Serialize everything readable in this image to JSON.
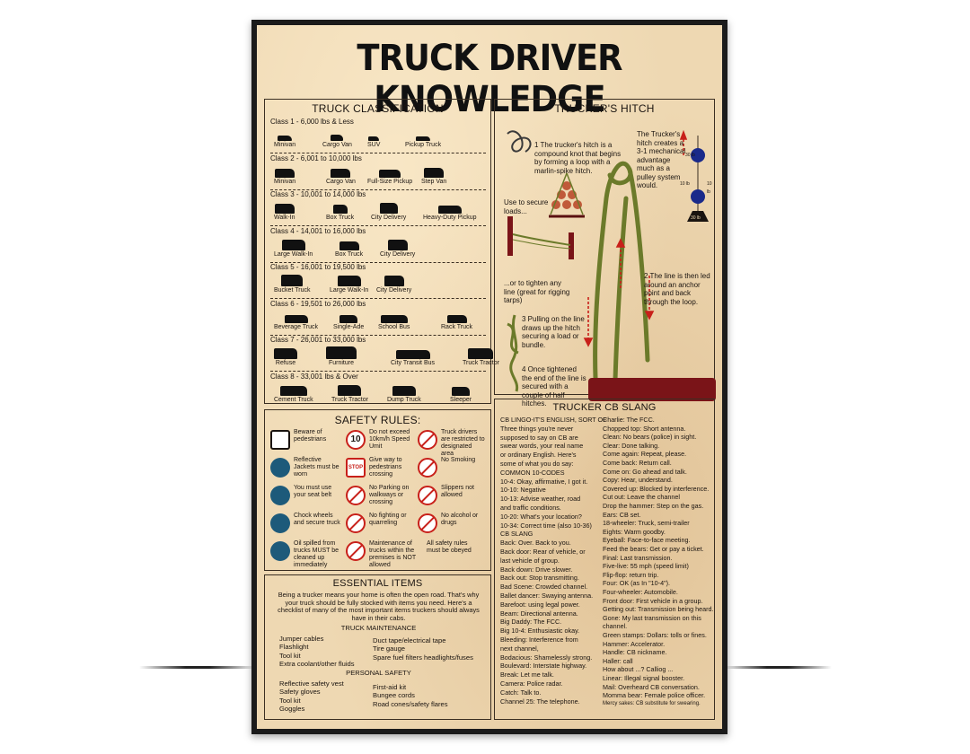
{
  "title": "Truck Driver Knowledge",
  "truck_classification": {
    "heading": "TRUCK CLASSIFICATION",
    "classes": [
      {
        "label": "Class 1 - 6,000 lbs & Less",
        "vehicles": [
          "Minivan",
          "Cargo Van",
          "SUV",
          "Pickup Truck"
        ]
      },
      {
        "label": "Class 2 - 6,001 to 10,000 lbs",
        "vehicles": [
          "Minivan",
          "Cargo Van",
          "Full-Size Pickup",
          "Step Van"
        ]
      },
      {
        "label": "Class 3 - 10,001 to 14,000 lbs",
        "vehicles": [
          "Walk-In",
          "Box Truck",
          "City Delivery",
          "Heavy-Duty Pickup"
        ]
      },
      {
        "label": "Class 4 - 14,001 to 16,000 lbs",
        "vehicles": [
          "Large Walk-In",
          "Box Truck",
          "City Delivery"
        ]
      },
      {
        "label": "Class 5 - 16,001 to 19,500 lbs",
        "vehicles": [
          "Bucket Truck",
          "Large Walk-In",
          "City Delivery"
        ]
      },
      {
        "label": "Class 6 - 19,501 to 26,000 lbs",
        "vehicles": [
          "Beverage Truck",
          "Single-Ade",
          "School Bus",
          "Rack Truck"
        ]
      },
      {
        "label": "Class 7 - 26,001 to 33,000 lbs",
        "vehicles": [
          "Refuse",
          "Furniture",
          "City Transit Bus",
          "Truck Tractor"
        ]
      },
      {
        "label": "Class 8 - 33,001 lbs & Over",
        "vehicles": [
          "Cement Truck",
          "Truck Tractor",
          "Dump Truck",
          "Sleeper"
        ]
      }
    ]
  },
  "truckers_hitch": {
    "heading": "TRUCKER'S HITCH",
    "step1": "1 The trucker's hitch is a compound knot that begins by forming a loop with a marlin-spike hitch.",
    "mechanical": "The Trucker's hitch creates a 3-1 mechanical advantage much as a pulley system would.",
    "secure": "Use to secure loads...",
    "tighten": "...or to tighten any line (great for rigging tarps)",
    "step2": "2 The line is then led around an anchor point and back through the loop.",
    "step3": "3 Pulling on the line draws up the hitch securing a load or bundle.",
    "step4": "4 Once tightened the end of the line is secured with a couple of half hitches.",
    "weights": [
      "30 lb",
      "10 lb",
      "10 lb",
      "30 lb"
    ]
  },
  "safety": {
    "heading": "SAFETY RULES:",
    "rules": [
      [
        "Beware of pedestrians",
        "Do not exceed 10km/h Speed Umit",
        "Truck drivers are restricted to designated area"
      ],
      [
        "Reflective Jackets must be worn",
        "Give way to pedestrians crossing",
        "No Smoking"
      ],
      [
        "You must use your seat belt",
        "No Parking on walkways or crossing",
        "Slippers not allowed"
      ],
      [
        "Chock wheels and secure truck",
        "No fighting or quarreling",
        "No alcohol or drugs"
      ],
      [
        "Oil spilled from trucks MUST be cleaned up immediately",
        "Maintenance of trucks within the premises is NOT allowed",
        "All safety rules must be obeyed"
      ]
    ],
    "speed_sign": "10",
    "stop_sign": "STOP"
  },
  "essential": {
    "heading": "ESSENTIAL ITEMS",
    "intro": "Being a trucker means your home is often the open road. That's why your truck should be fully stocked with items you need. Here's a checklist of many of the most important items truckers should always have in their cabs.",
    "maintenance_heading": "TRUCK MAINTENANCE",
    "maintenance_left": [
      "Jumper cables",
      "Flashlight",
      "Tool kit",
      "Extra coolant/other fluids"
    ],
    "maintenance_right": [
      "Duct tape/electrical tape",
      "Tire gauge",
      "Spare fuel filters headlights/fuses"
    ],
    "personal_heading": "PERSONAL SAFETY",
    "personal_left": [
      "Reflective safety vest",
      "Safety gloves",
      "Tool kit",
      "Goggles"
    ],
    "personal_right": [
      "First-aid kit",
      "Bungee cords",
      "Road cones/safety flares"
    ]
  },
  "cb_slang": {
    "heading": "TRUCKER CB SLANG",
    "left": [
      "CB LINGO-IT'S ENGLISH, SORT OF",
      "Three things you're never",
      "supposed to say on CB are",
      "swear words, your real name",
      "or ordinary English. Here's",
      "some of what you do say:",
      "COMMON 10-CODES",
      "10-4: Okay, affirmative, I got it.",
      "10-10: Negative",
      "10-13: Advise weather, road",
      "and traffic conditions.",
      "10-20: What's your location?",
      "10-34: Correct time (also 10-36)",
      "CB SLANG",
      "Back: Over. Back to you.",
      "Back door: Rear of vehicle, or",
      "last vehicle of group.",
      "Back down: Drive slower.",
      "Back out: Stop transmitting.",
      "Bad Scene: Crowded channel.",
      "Ballet dancer: Swaying antenna.",
      "Barefoot: using legal power.",
      "Beam: Directional antenna.",
      "Big Daddy: The FCC.",
      "Big 10-4: Enthusiastic okay.",
      "Bleeding: Interference from",
      "next channel,",
      "Bodacious: Shamelessly strong.",
      "Boulevard: Interstate highway.",
      "Break: Let me talk.",
      "Camera: Police radar.",
      "Catch: Talk to.",
      "Channel 25: The telephone."
    ],
    "right": [
      "Charlie: The FCC.",
      "Chopped top: Short antenna.",
      "Clean: No bears (police) in sight.",
      "Clear: Done talking.",
      "Come again: Repeat, please.",
      "Come back: Return call.",
      "Come on: Go ahead and talk.",
      "Copy: Hear, understand.",
      "Covered up: Blocked by interference.",
      "Cut out: Leave the channel",
      "Drop the hammer: Step on the gas.",
      "Ears: CB set.",
      "18-wheeler: Truck, semi-trailer",
      "Eights: Warm goodby.",
      "Eyeball: Face-to-face meeting.",
      "Feed the bears: Get or pay a ticket.",
      "Final: Last transmission.",
      "Five-live: 55 mph (speed limit)",
      "Flip-flop: return trip.",
      "Four: OK (as In \"10-4\").",
      "Four-wheeler: Automobile.",
      "Front door: First vehicle in a group.",
      "Getting out: Transmission being heard.",
      "Gone: My last transmission on this",
      "channel.",
      "Green stamps: Dollars: tolls or fines.",
      "Hammer: Accelerator.",
      "Handle: CB nickname.",
      "Haller: call",
      "How about ...? Calliog ...",
      "Linear: Illegal signal booster.",
      "Mail: Overheard CB conversation.",
      "Momma bear: Female police officer.",
      "Mercy sakes: CB substitute for swearing."
    ]
  },
  "colors": {
    "paper": "#eed8b2",
    "ink": "#1a1410",
    "rope": "#6b7a2a",
    "bar": "#7a1418",
    "arrow": "#c8201a",
    "pulley": "#1a2a8a"
  }
}
